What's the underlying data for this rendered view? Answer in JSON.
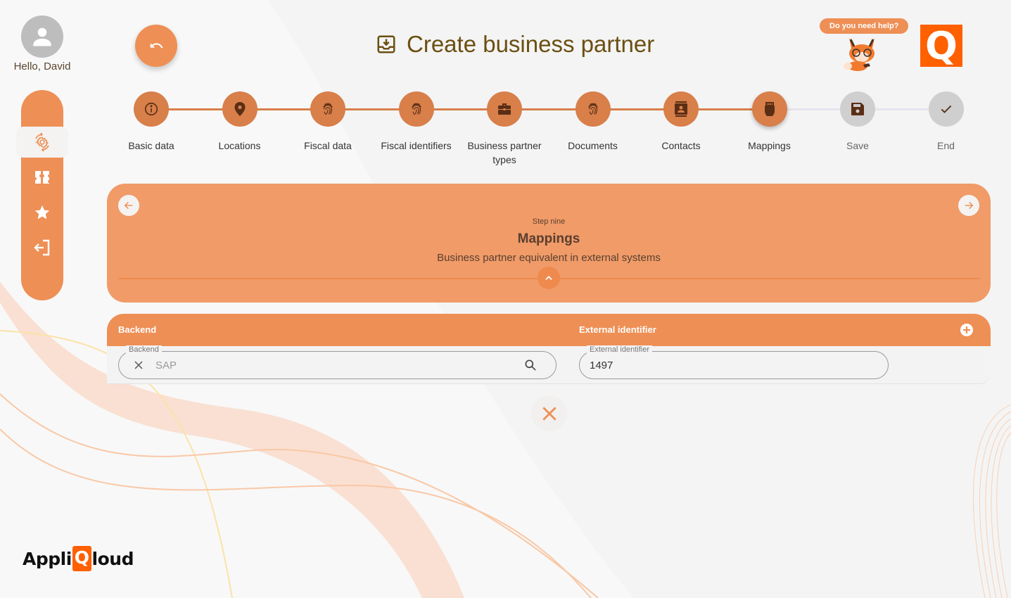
{
  "user": {
    "greeting": "Hello, David"
  },
  "header": {
    "title": "Create business partner",
    "help_text": "Do you need help?",
    "logo_letter": "Q"
  },
  "sidebar": {
    "items": [
      {
        "name": "settings-sync",
        "icon": "gear-sync-icon",
        "active": true
      },
      {
        "name": "tickets",
        "icon": "ticket-icon",
        "active": false
      },
      {
        "name": "favorites",
        "icon": "star-icon",
        "active": false
      },
      {
        "name": "logout",
        "icon": "logout-icon",
        "active": false
      }
    ]
  },
  "stepper": {
    "steps": [
      {
        "label": "Basic data",
        "icon": "info-icon",
        "state": "done"
      },
      {
        "label": "Locations",
        "icon": "location-pin-icon",
        "state": "done"
      },
      {
        "label": "Fiscal data",
        "icon": "fingerprint-icon",
        "state": "done"
      },
      {
        "label": "Fiscal identifiers",
        "icon": "fingerprint-icon",
        "state": "done"
      },
      {
        "label": "Business partner types",
        "icon": "briefcase-icon",
        "state": "done"
      },
      {
        "label": "Documents",
        "icon": "fingerprint-icon",
        "state": "done"
      },
      {
        "label": "Contacts",
        "icon": "contact-card-icon",
        "state": "done"
      },
      {
        "label": "Mappings",
        "icon": "connector-icon",
        "state": "current"
      },
      {
        "label": "Save",
        "icon": "save-icon",
        "state": "todo"
      },
      {
        "label": "End",
        "icon": "check-icon",
        "state": "todo"
      }
    ]
  },
  "step_card": {
    "step_number": "Step nine",
    "title": "Mappings",
    "description": "Business partner equivalent in external systems"
  },
  "table": {
    "columns": [
      "Backend",
      "External identifier"
    ],
    "rows": [
      {
        "backend": {
          "label": "Backend",
          "value": "SAP"
        },
        "external_identifier": {
          "label": "External identifier",
          "value": "1497"
        }
      }
    ]
  },
  "brand": {
    "prefix": "Appli",
    "q": "Q",
    "suffix": "loud"
  },
  "colors": {
    "accent": "#ee8f55",
    "card": "#f09b68",
    "step_done": "#d87f4a",
    "step_todo": "#cfcfcf",
    "title": "#6b4f12",
    "logo": "#ff6000"
  }
}
